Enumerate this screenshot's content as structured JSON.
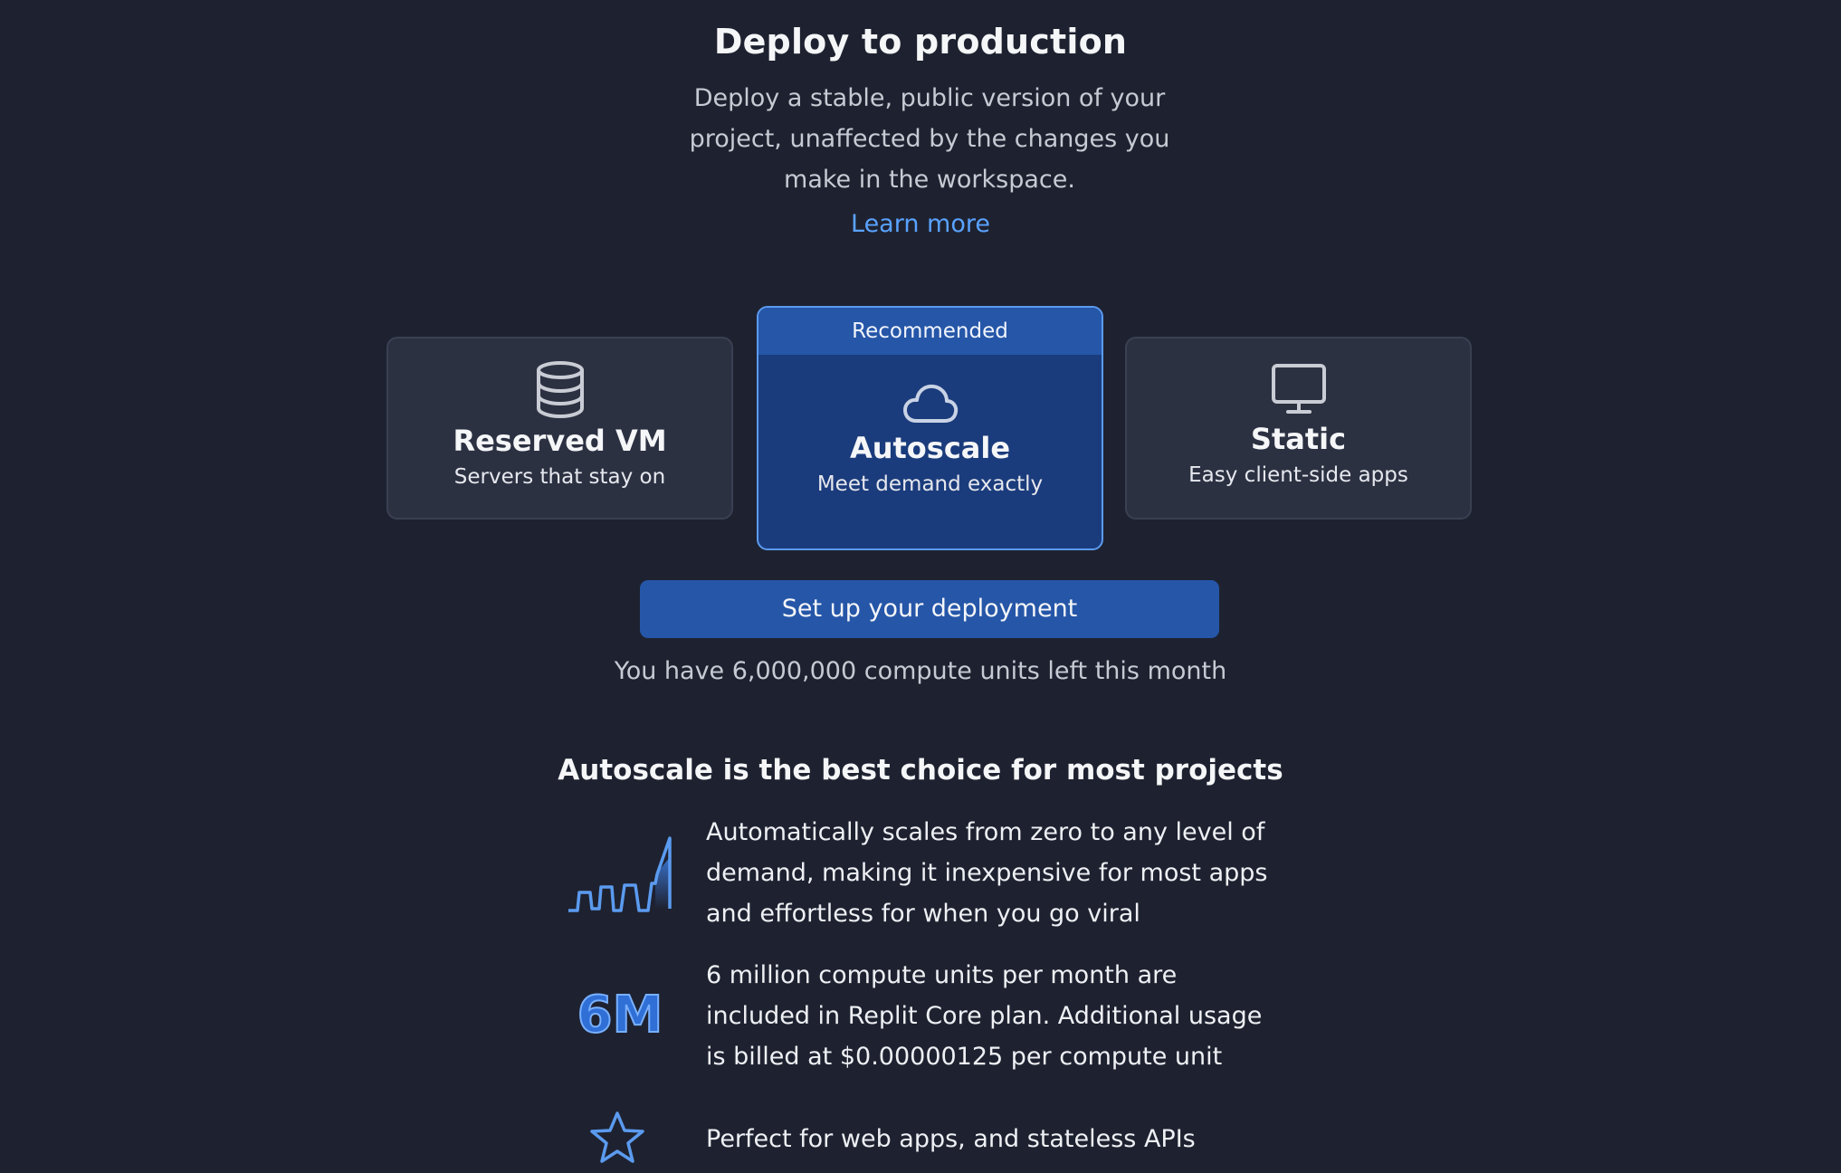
{
  "header": {
    "title": "Deploy to production",
    "description": "Deploy a stable, public version of your project, unaffected by the changes you make in the workspace.",
    "learn_more": "Learn more"
  },
  "deploy_types": [
    {
      "name": "Reserved VM",
      "subtitle": "Servers that stay on",
      "icon": "database-icon",
      "selected": false
    },
    {
      "name": "Autoscale",
      "subtitle": "Meet demand exactly",
      "icon": "cloud-icon",
      "selected": true,
      "badge": "Recommended"
    },
    {
      "name": "Static",
      "subtitle": "Easy client-side apps",
      "icon": "monitor-icon",
      "selected": false
    }
  ],
  "cta": {
    "button": "Set up your deployment",
    "units_note": "You have 6,000,000 compute units left this month"
  },
  "features": {
    "title": "Autoscale is the best choice for most projects",
    "items": [
      {
        "icon": "scaling-graph-icon",
        "text": "Automatically scales from zero to any level of demand, making it inexpensive for most apps and effortless for when you go viral"
      },
      {
        "icon": "6m-badge-icon",
        "icon_text": "6M",
        "text": "6 million compute units per month are included in Replit Core plan. Additional usage is billed at $0.00000125 per compute unit"
      },
      {
        "icon": "star-icon",
        "text": "Perfect for web apps, and stateless APIs"
      }
    ]
  },
  "colors": {
    "background": "#1e2230",
    "card": "#2c3142",
    "selected_card": "#1b3c7c",
    "accent": "#2556a8",
    "link": "#5aa2ff"
  }
}
